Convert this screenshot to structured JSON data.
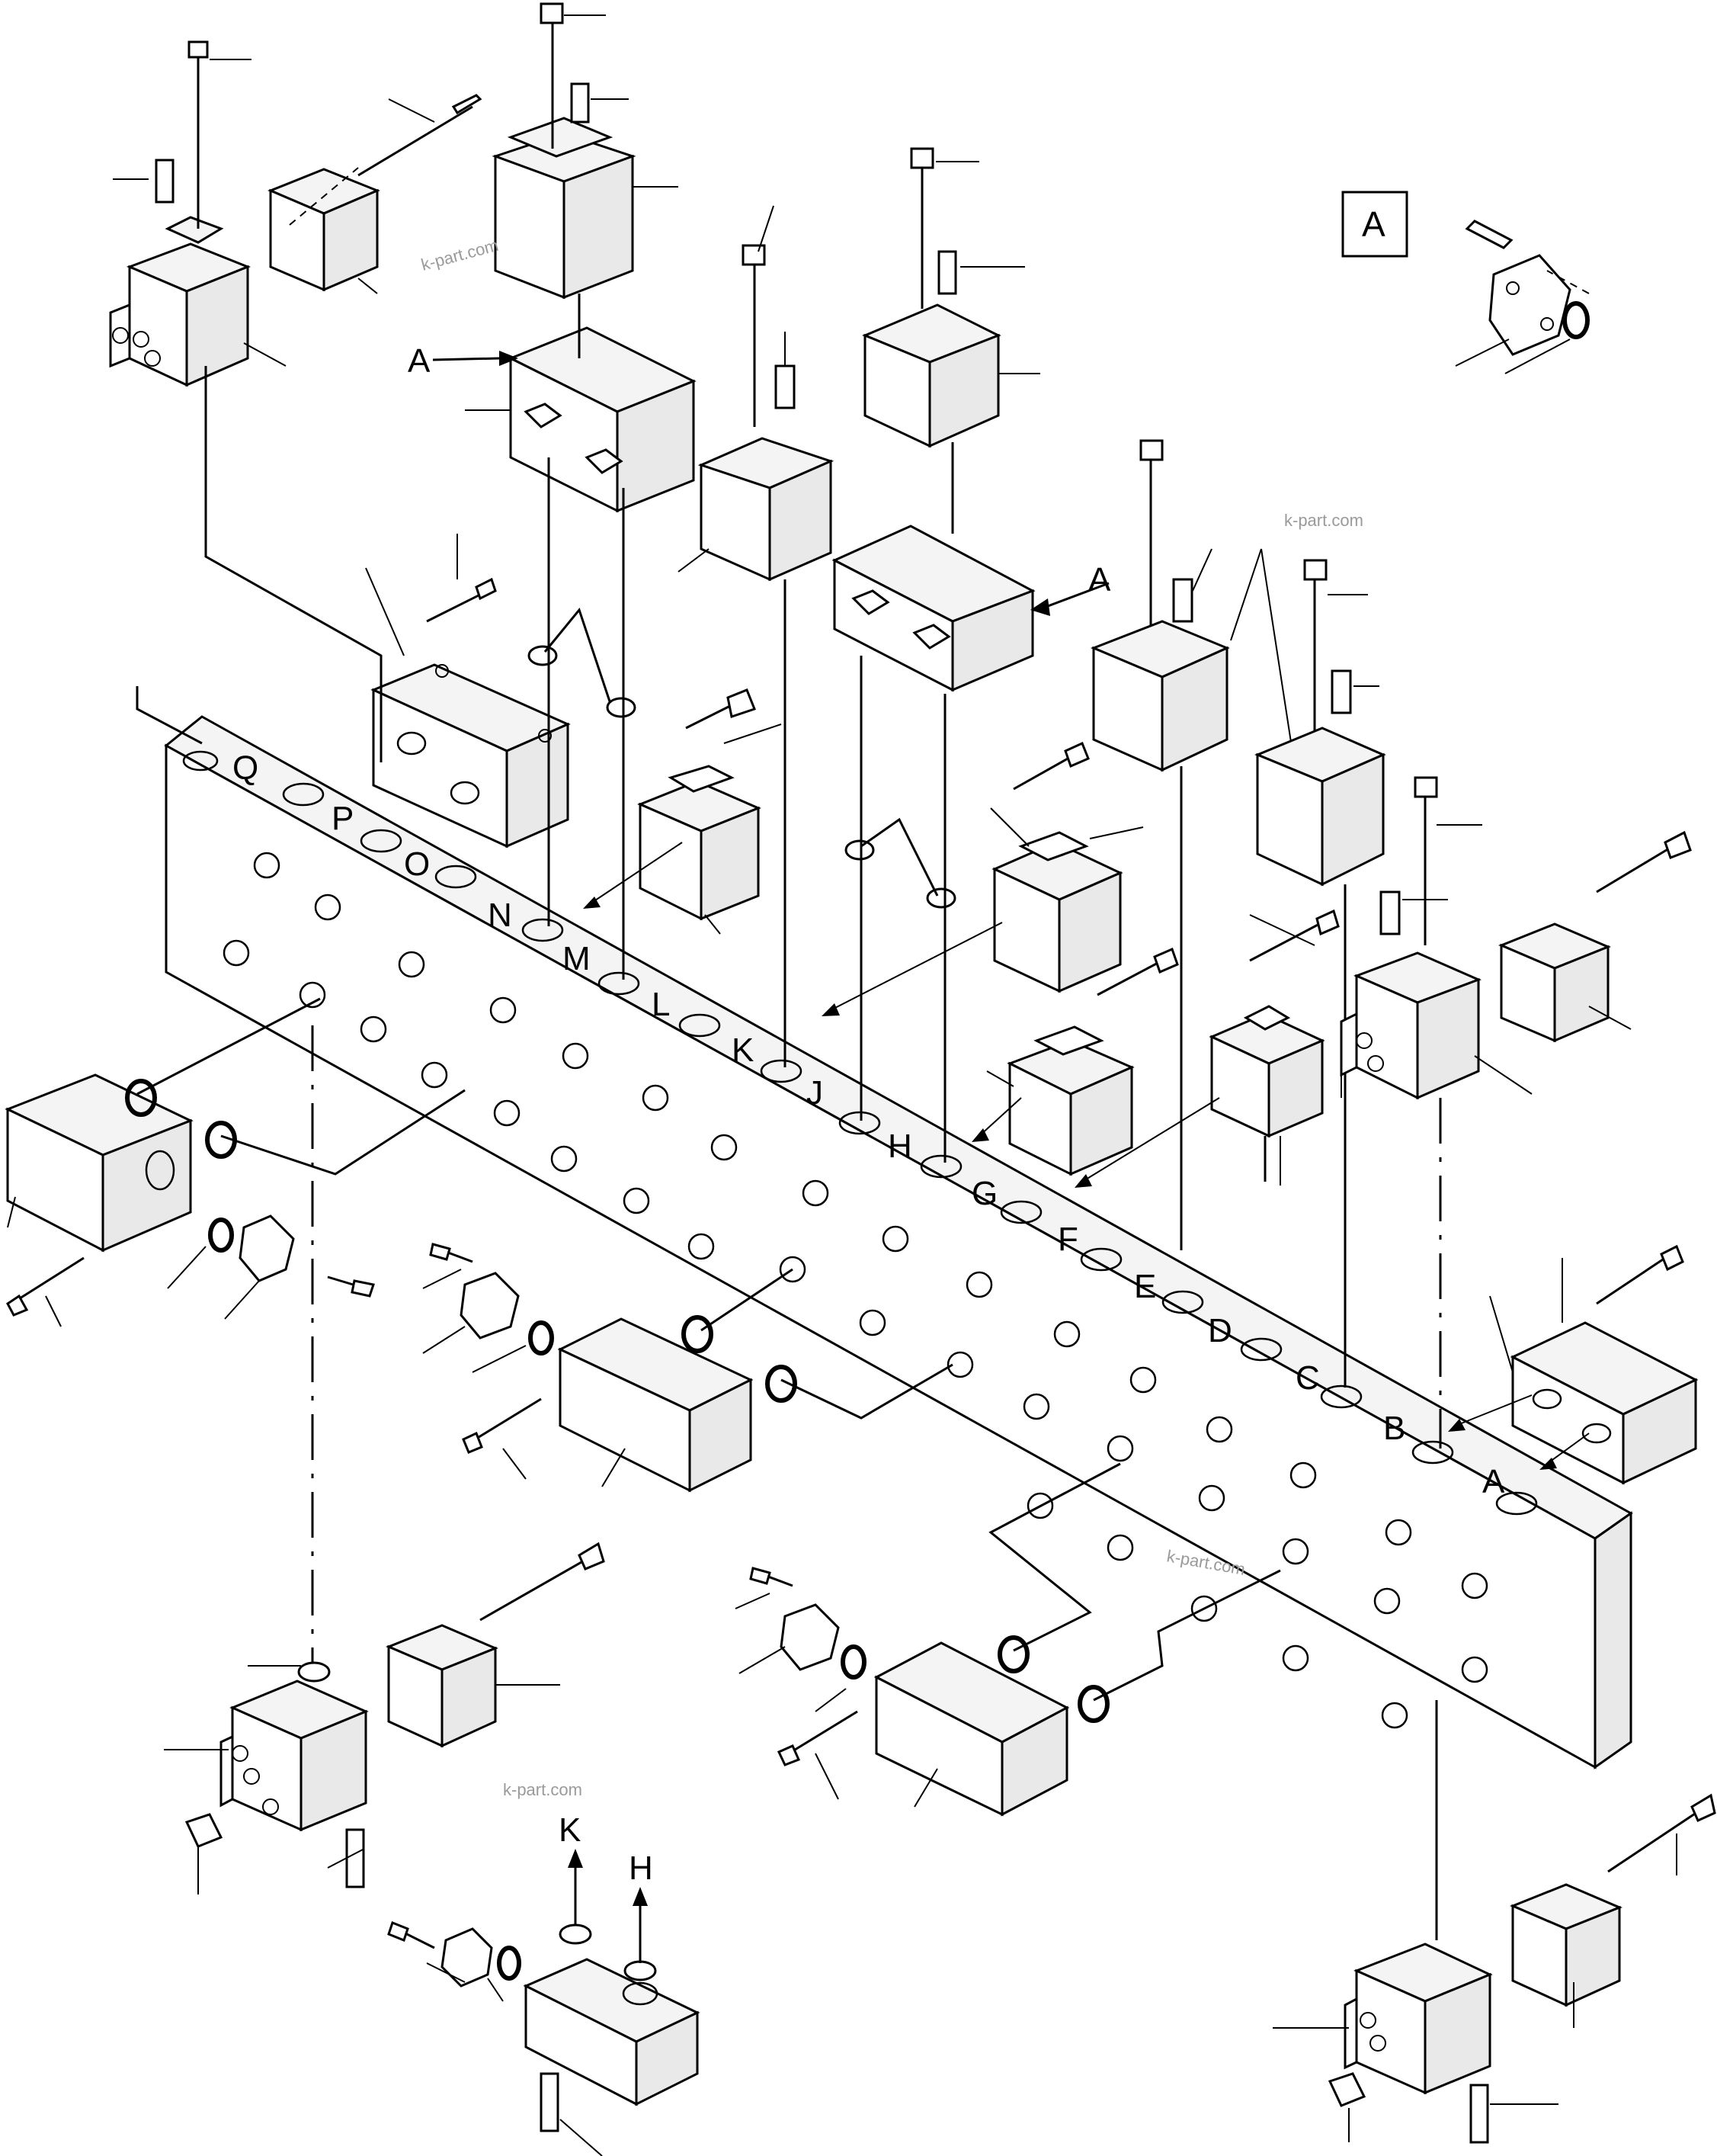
{
  "port_labels": [
    "Q",
    "P",
    "O",
    "N",
    "M",
    "L",
    "K",
    "J",
    "H",
    "G",
    "F",
    "E",
    "D",
    "C",
    "B",
    "A"
  ],
  "view_ref_box": "A",
  "arrow_refs": [
    "A",
    "A"
  ],
  "outlet_refs": [
    "K",
    "H"
  ],
  "watermark": "k-part.com"
}
